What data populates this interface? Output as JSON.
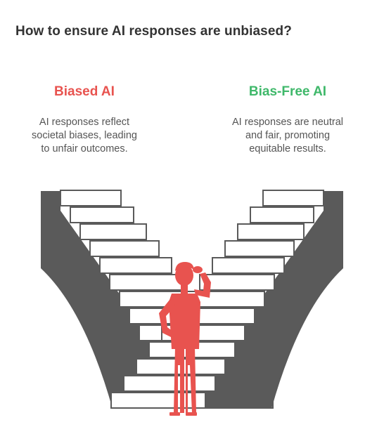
{
  "title": "How to ensure AI responses are unbiased?",
  "left": {
    "heading": "Biased AI",
    "description_lines": [
      "AI responses reflect",
      "societal biases, leading",
      "to unfair outcomes."
    ]
  },
  "right": {
    "heading": "Bias-Free AI",
    "description_lines": [
      "AI responses are neutral",
      "and fair, promoting",
      "equitable results."
    ]
  },
  "colors": {
    "biased": "#e8534f",
    "bias_free": "#3fb86a",
    "stairs": "#5a5a5a",
    "person": "#e8534f"
  },
  "icons": [
    "staircase-left-icon",
    "staircase-right-icon",
    "confused-person-icon"
  ]
}
